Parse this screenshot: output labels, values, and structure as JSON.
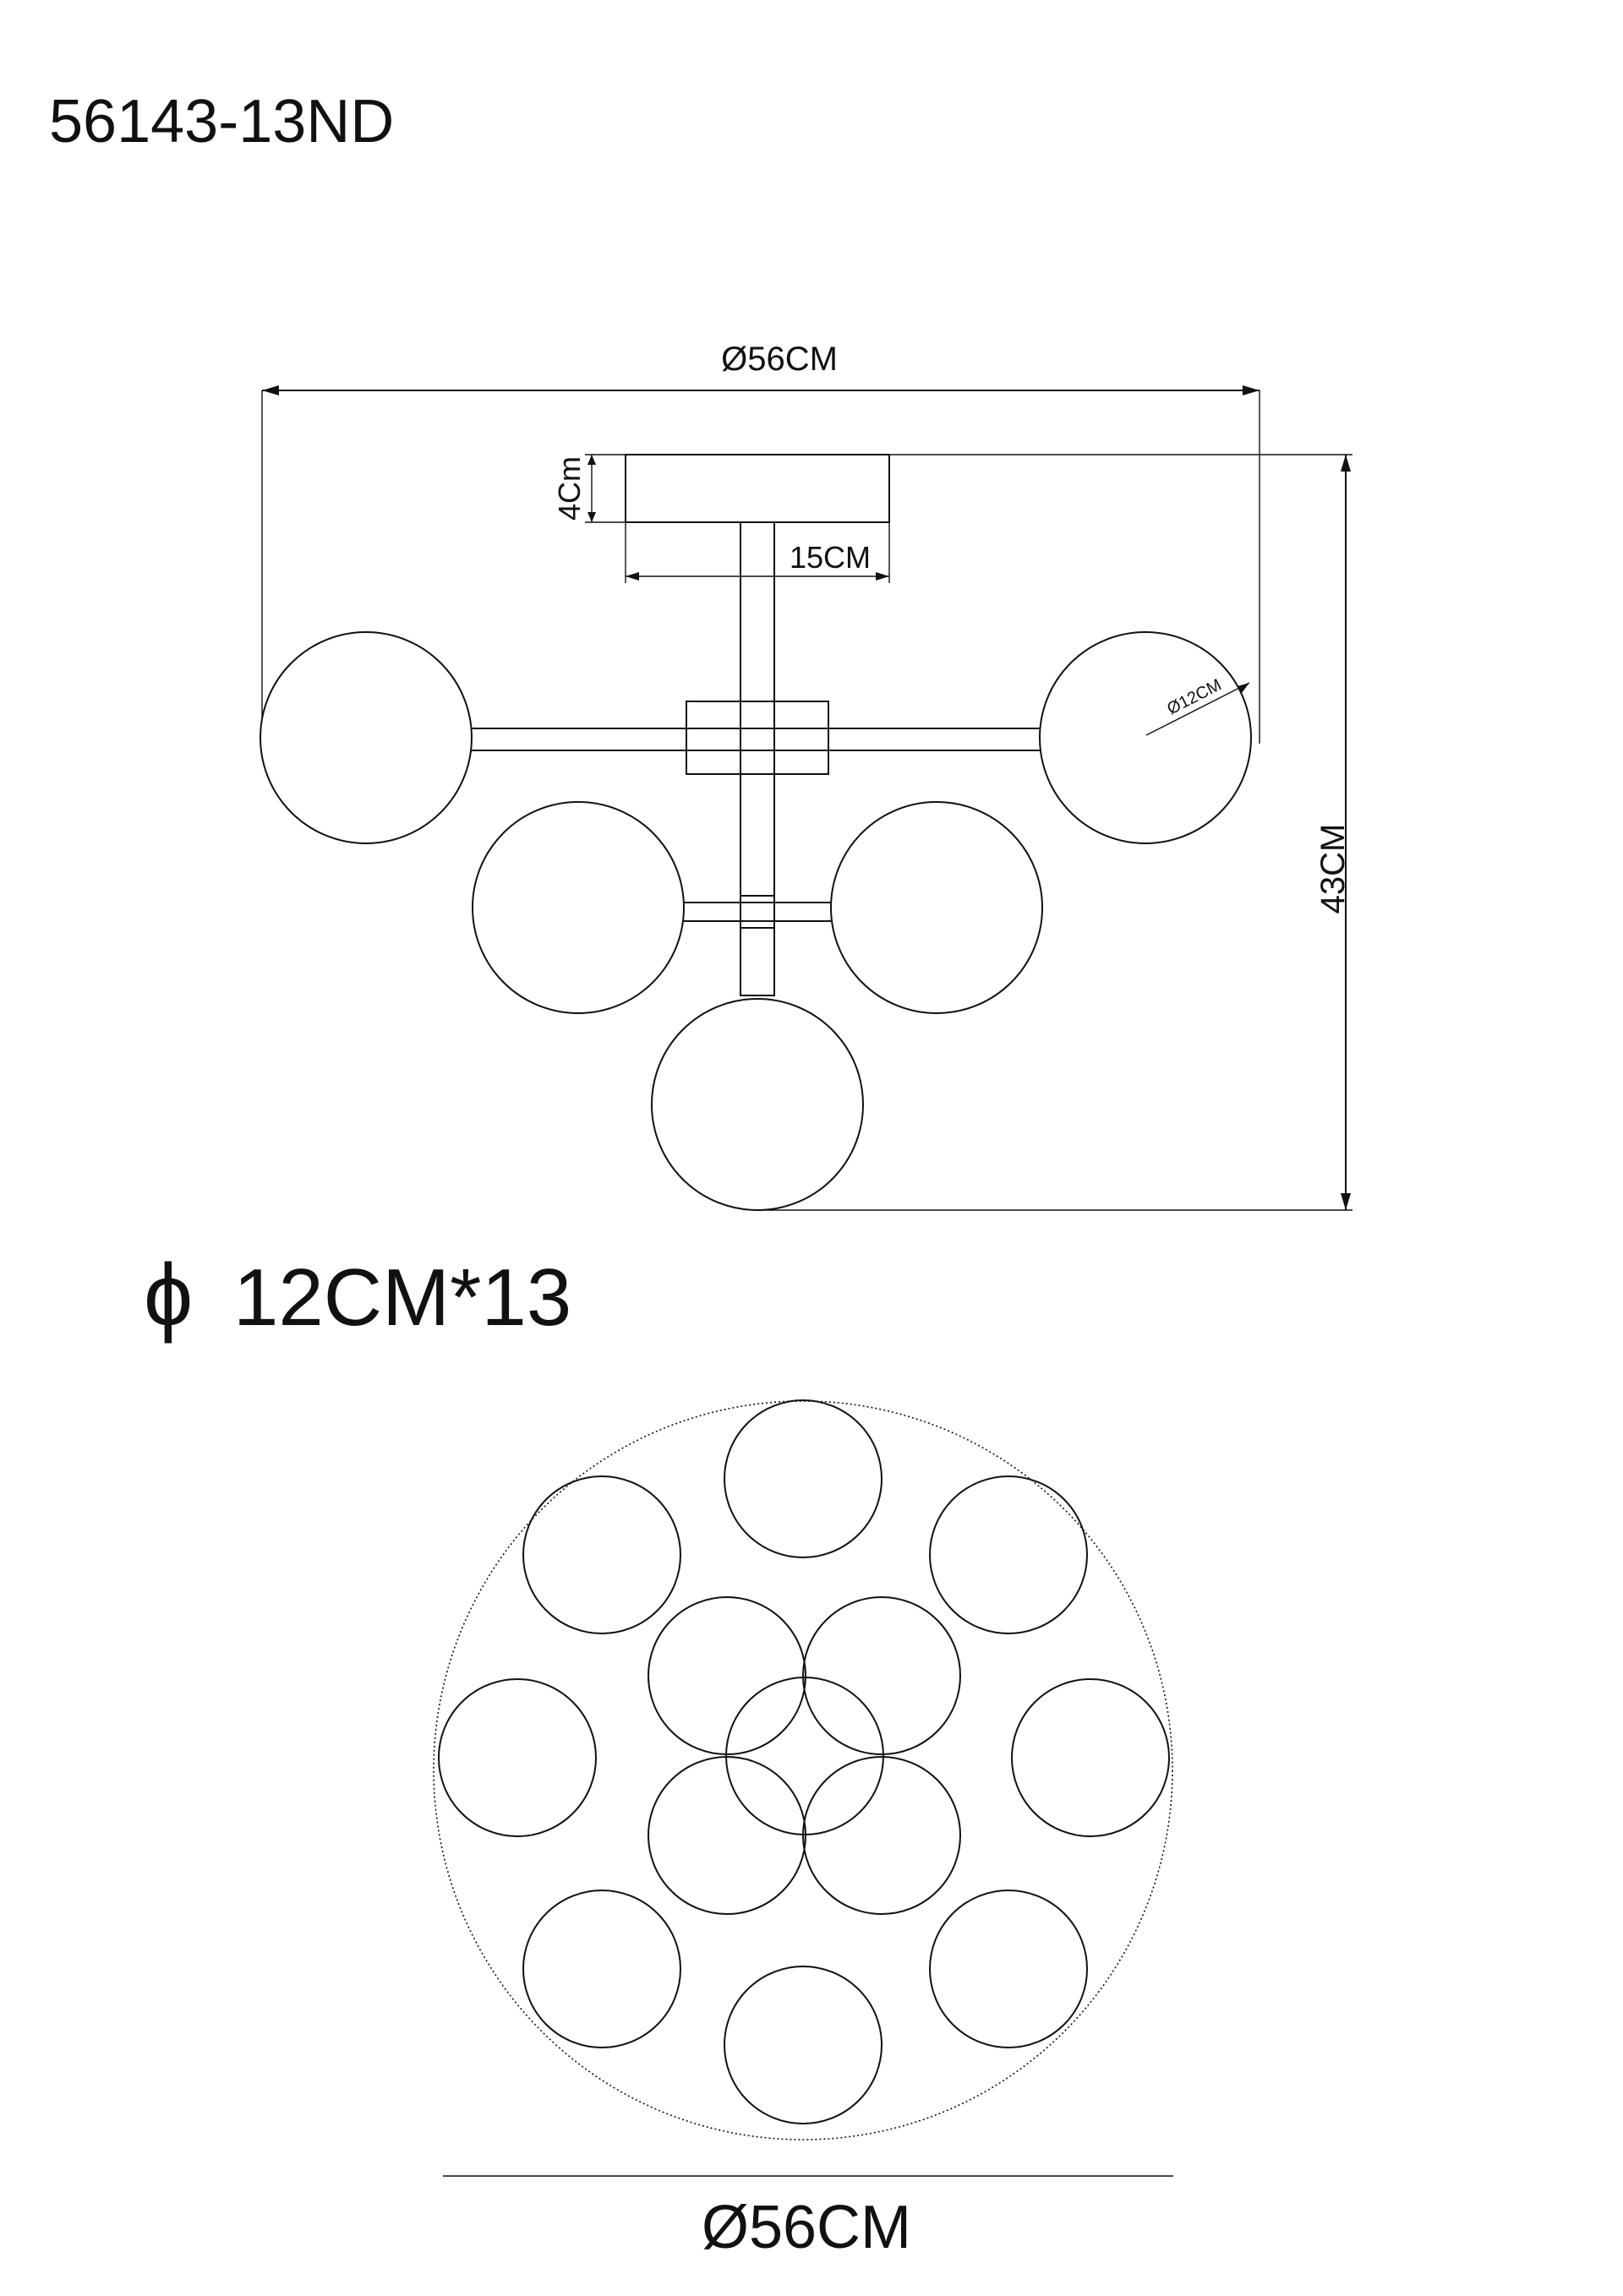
{
  "model": "56143-13ND",
  "side_view": {
    "width_label": "Ø56CM",
    "canopy_height_label": "4Cm",
    "canopy_width_label": "15CM",
    "globe_label": "Ø12CM",
    "total_height_label": "43CM"
  },
  "globe_spec": {
    "symbol": "ϕ",
    "text": "12CM*13"
  },
  "top_view": {
    "width_label": "Ø56CM",
    "globe_count": 13
  }
}
